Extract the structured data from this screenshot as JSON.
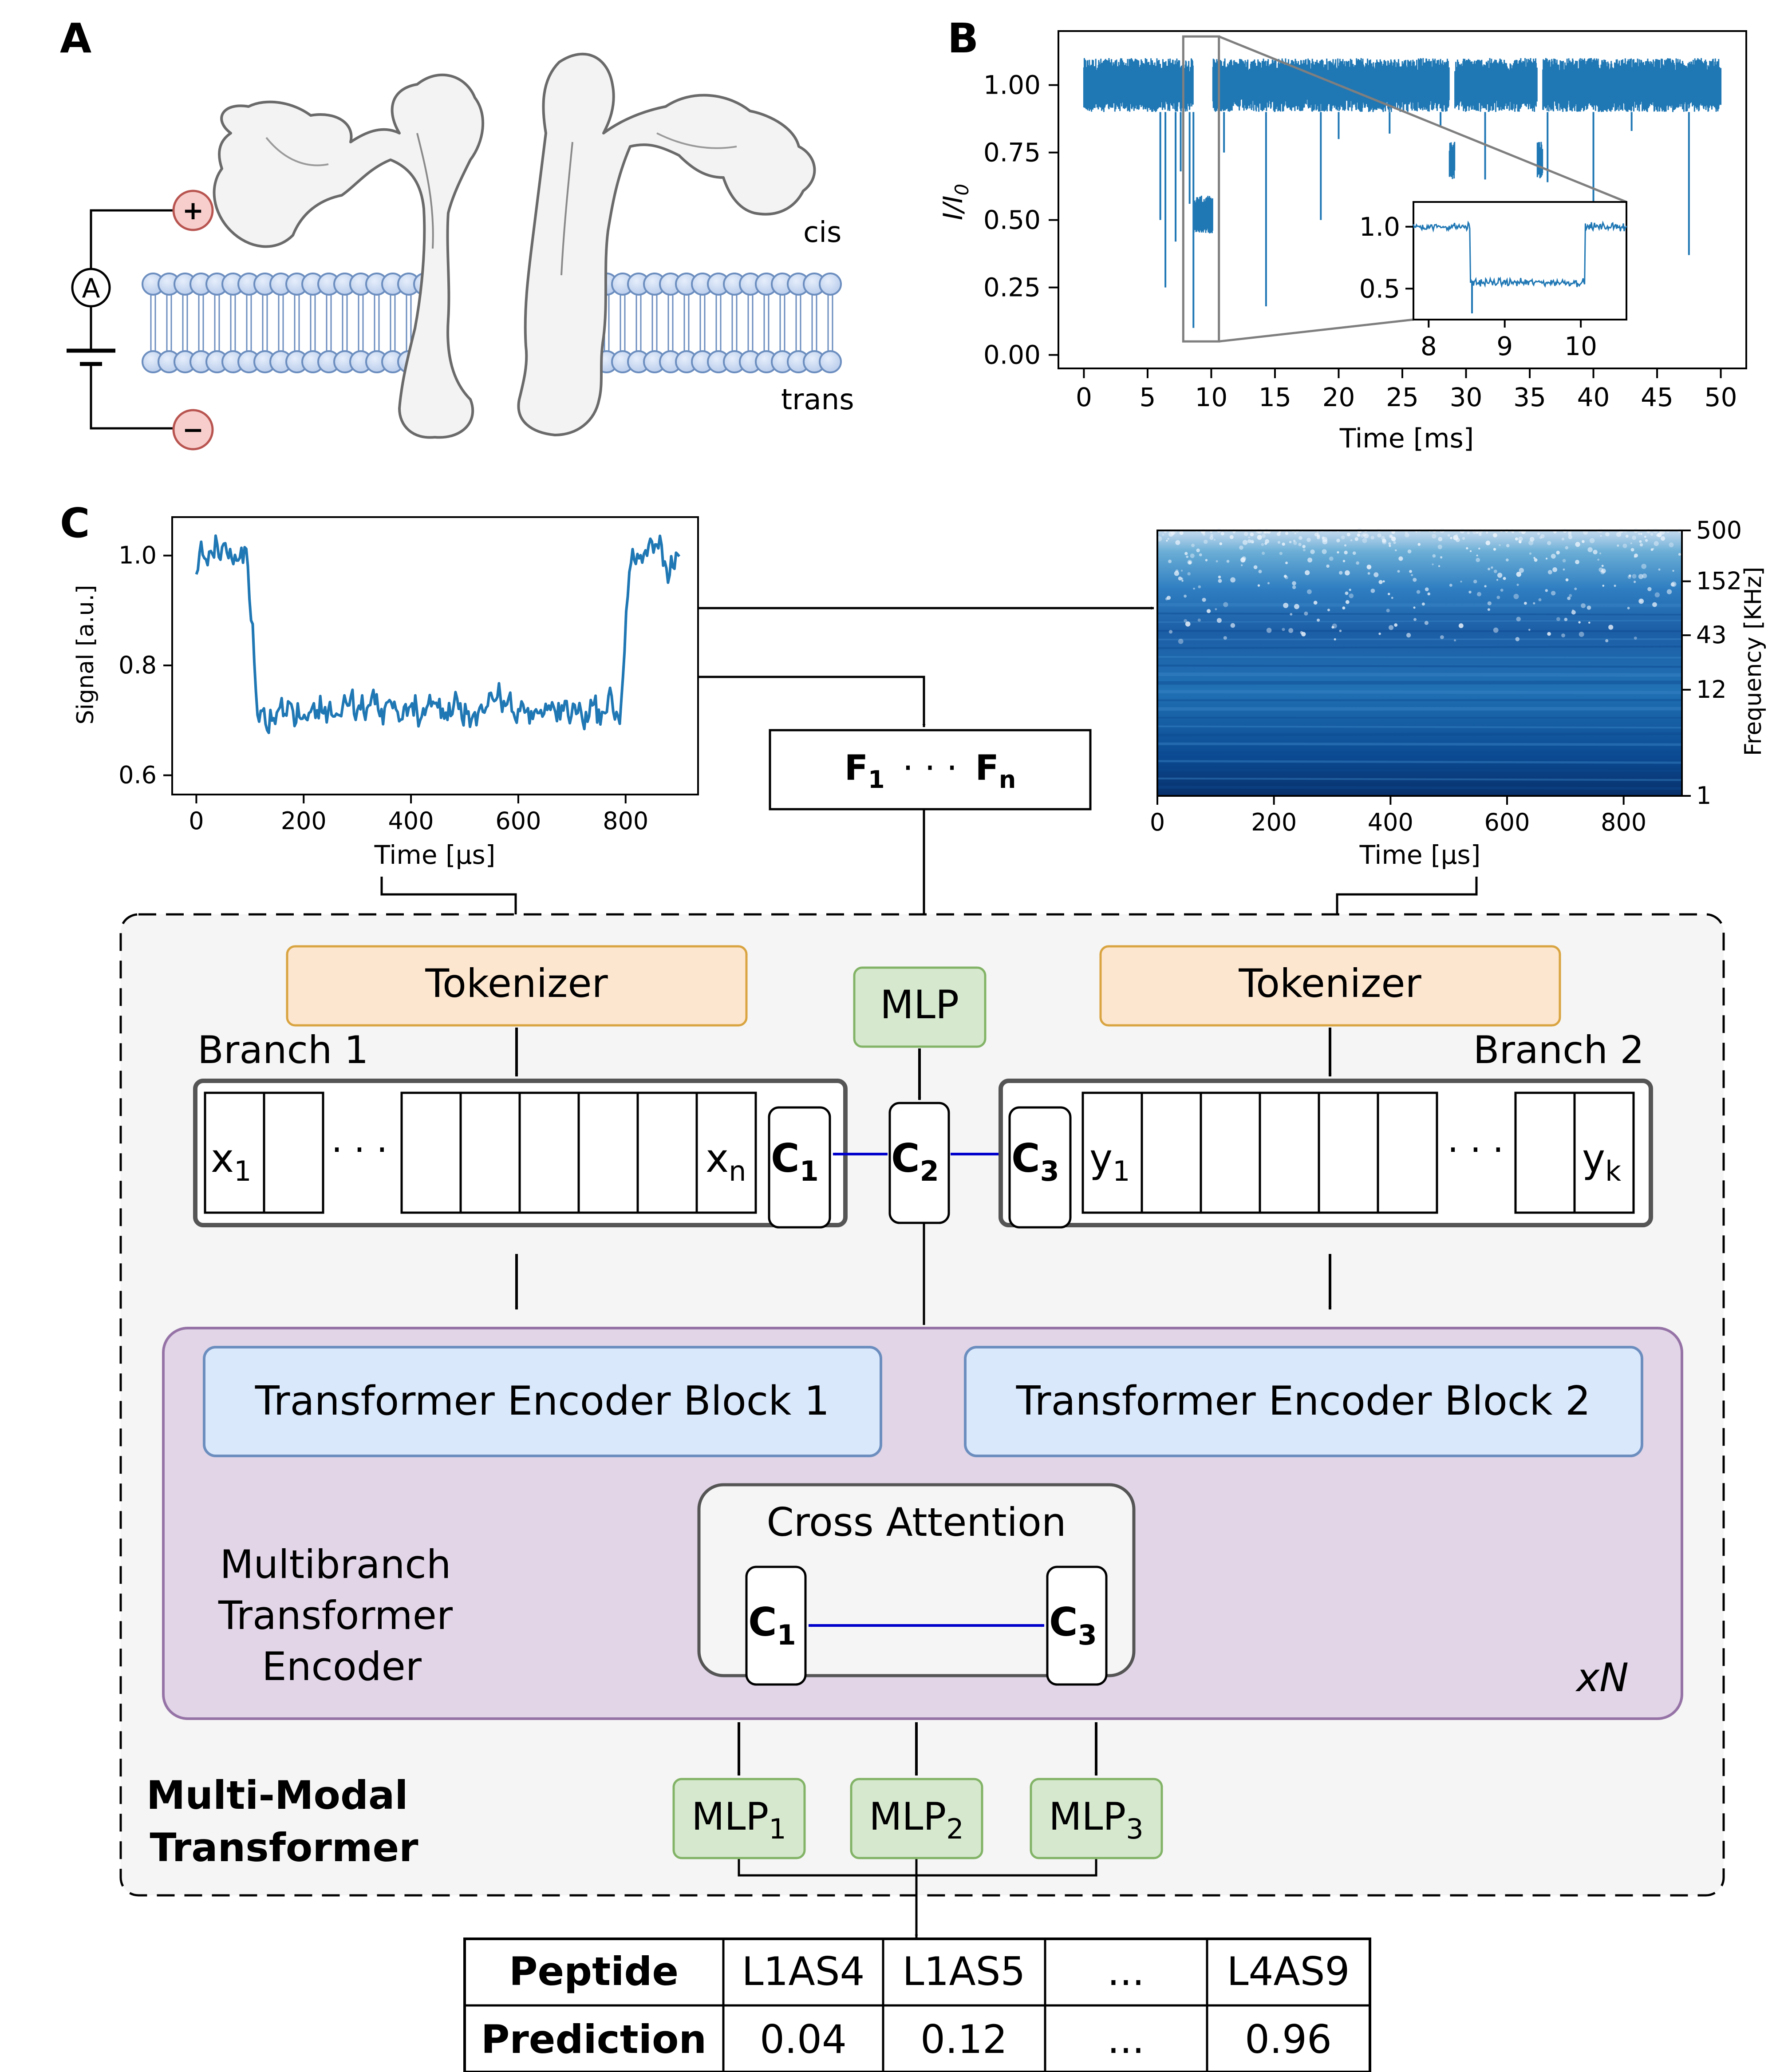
{
  "colors": {
    "signal": "#1f77b4",
    "tokenizer_fill": "#fde6cf",
    "tokenizer_stroke": "#d9a441",
    "mlp_fill": "#d6e9cf",
    "mlp_stroke": "#82b366",
    "encoder_fill": "#dae8fc",
    "encoder_stroke": "#6c8ebf",
    "mbt_fill": "#e1d5e7",
    "mbt_stroke": "#9673a6",
    "outer_fill": "#f5f5f5",
    "arrow_blue": "#0000cc",
    "membrane_head": "#c6d7f2",
    "membrane_stroke": "#6c8ebf",
    "electrode_fill": "#f8cecc",
    "electrode_stroke": "#b85450",
    "spectrogram_dark": "#08306b",
    "spectrogram_light": "#c6dbef"
  },
  "panel_a": {
    "label": "A",
    "cis": "cis",
    "trans": "trans",
    "ammeter": "A",
    "plus": "+",
    "minus": "−"
  },
  "panel_b": {
    "label": "B",
    "chart_data": {
      "type": "line",
      "xlabel": "Time [ms]",
      "ylabel": "I/I0",
      "xlim": [
        -2,
        52
      ],
      "ylim": [
        -0.05,
        1.2
      ],
      "xticks": [
        "0",
        "5",
        "10",
        "15",
        "20",
        "25",
        "30",
        "35",
        "40",
        "45",
        "50"
      ],
      "yticks": [
        "0.00",
        "0.25",
        "0.50",
        "0.75",
        "1.00"
      ],
      "baseline": 1.0,
      "events": [
        {
          "start": 8.6,
          "end": 10.1,
          "level": 0.52
        },
        {
          "start": 28.7,
          "end": 29.1,
          "level": 0.72
        },
        {
          "start": 35.6,
          "end": 36.0,
          "level": 0.72
        }
      ],
      "spikes": [
        {
          "x": 6.0,
          "y": 0.5
        },
        {
          "x": 6.4,
          "y": 0.25
        },
        {
          "x": 7.2,
          "y": 0.42
        },
        {
          "x": 7.6,
          "y": 0.68
        },
        {
          "x": 8.3,
          "y": 0.56
        },
        {
          "x": 8.6,
          "y": 0.1
        },
        {
          "x": 11.0,
          "y": 0.75
        },
        {
          "x": 14.3,
          "y": 0.18
        },
        {
          "x": 18.6,
          "y": 0.5
        },
        {
          "x": 20.0,
          "y": 0.8
        },
        {
          "x": 24.0,
          "y": 0.82
        },
        {
          "x": 28.0,
          "y": 0.85
        },
        {
          "x": 31.5,
          "y": 0.65
        },
        {
          "x": 36.4,
          "y": 0.64
        },
        {
          "x": 40.0,
          "y": 0.55
        },
        {
          "x": 43.0,
          "y": 0.83
        },
        {
          "x": 47.5,
          "y": 0.37
        }
      ],
      "inset": {
        "xlim": [
          7.8,
          10.6
        ],
        "ylim": [
          0.25,
          1.2
        ],
        "xticks": [
          "8",
          "9",
          "10"
        ],
        "yticks": [
          "0.5",
          "1.0"
        ],
        "baseline": 1.0,
        "event": {
          "start": 8.55,
          "end": 10.05,
          "level": 0.55
        }
      }
    }
  },
  "panel_c": {
    "label": "C",
    "signal_chart": {
      "chart_data": {
        "type": "line",
        "xlabel": "Time [μs]",
        "ylabel": "Signal [a.u.]",
        "xlim": [
          -45,
          935
        ],
        "ylim": [
          0.565,
          1.07
        ],
        "xticks": [
          "0",
          "200",
          "400",
          "600",
          "800"
        ],
        "yticks": [
          "0.6",
          "0.8",
          "1.0"
        ],
        "segments": [
          {
            "from": 0,
            "to": 95,
            "level": 1.0
          },
          {
            "from": 115,
            "to": 790,
            "level": 0.72
          },
          {
            "from": 810,
            "to": 900,
            "level": 1.0
          }
        ]
      }
    },
    "spectrogram": {
      "chart_data": {
        "type": "heatmap",
        "xlabel": "Time [μs]",
        "ylabel": "Frequency [KHz]",
        "xlim": [
          0,
          900
        ],
        "xticks": [
          "0",
          "200",
          "400",
          "600",
          "800"
        ],
        "yticks": [
          "1",
          "12",
          "43",
          "152",
          "500"
        ]
      }
    },
    "features": {
      "first": "F",
      "first_sub": "1",
      "dots": "·   ·   ·",
      "last": "F",
      "last_sub": "n"
    },
    "tokenizer_1": "Tokenizer",
    "tokenizer_2": "Tokenizer",
    "mlp_top": "MLP",
    "branch_1": "Branch 1",
    "branch_2": "Branch 2",
    "tokens_1": {
      "first": "x",
      "first_sub": "1",
      "last": "x",
      "last_sub": "n",
      "ellipsis": "· · ·"
    },
    "tokens_2": {
      "first": "y",
      "first_sub": "1",
      "last": "y",
      "last_sub": "k",
      "ellipsis": "· · ·"
    },
    "cls": {
      "c": "C",
      "c1": "1",
      "c2": "2",
      "c3": "3"
    },
    "encoder_1": "Transformer Encoder Block 1",
    "encoder_2": "Transformer Encoder Block 2",
    "cross_attention": "Cross Attention",
    "mbt_label": [
      "Multibranch",
      "Transformer",
      "Encoder"
    ],
    "repeat": "xN",
    "mlp_out": [
      {
        "base": "MLP",
        "sub": "1"
      },
      {
        "base": "MLP",
        "sub": "2"
      },
      {
        "base": "MLP",
        "sub": "3"
      }
    ],
    "mm_label": [
      "Multi-Modal",
      "Transformer"
    ],
    "table": {
      "header": [
        "Peptide",
        "L1AS4",
        "L1AS5",
        "...",
        "L4AS9"
      ],
      "row": [
        "Prediction",
        "0.04",
        "0.12",
        "...",
        "0.96"
      ]
    }
  }
}
